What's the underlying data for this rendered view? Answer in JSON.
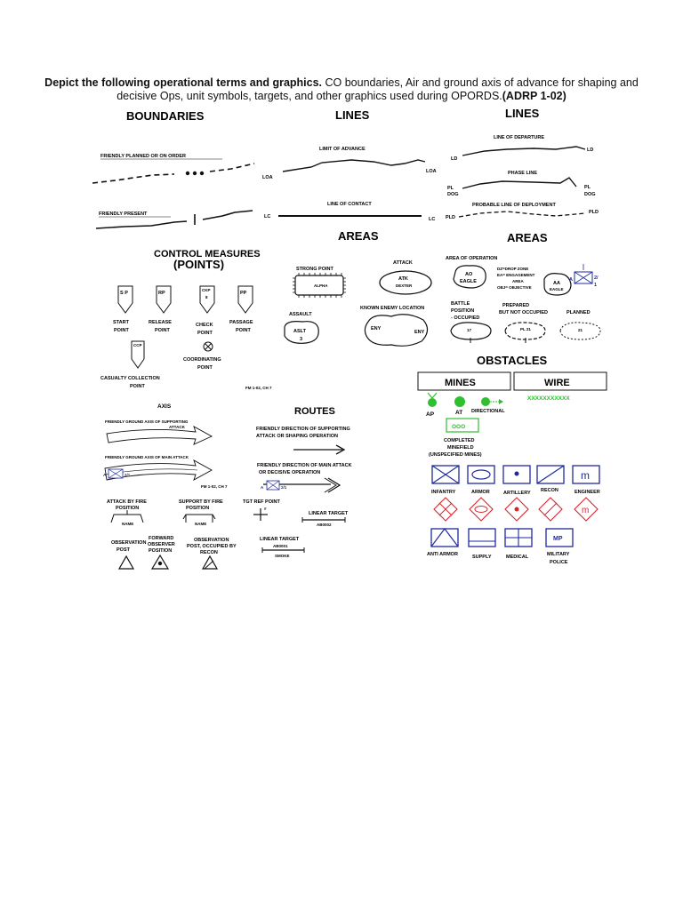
{
  "intro": {
    "bold_lead": "Depict the following operational terms and graphics.",
    "body": " CO boundaries, Air and ground axis of advance for shaping and decisive Ops, unit symbols, targets, and other graphics used during OPORDS.",
    "ref": "(ADRP 1-02)"
  },
  "boundaries": {
    "title": "BOUNDARIES",
    "planned": "FRIENDLY PLANNED OR ON ORDER",
    "present": "FRIENDLY PRESENT"
  },
  "lines_mid": {
    "title": "LINES",
    "limit": "LIMIT OF ADVANCE",
    "loa": "LOA",
    "contact": "LINE OF CONTACT",
    "lc": "LC"
  },
  "lines_right": {
    "title": "LINES",
    "departure": "LINE OF DEPARTURE",
    "ld": "LD",
    "phase": "PHASE LINE",
    "pl": "PL",
    "dog": "DOG",
    "deploy": "PROBABLE LINE OF DEPLOYMENT",
    "pld": "PLD"
  },
  "control": {
    "title": "CONTROL MEASURES",
    "subtitle": "(POINTS)",
    "sp": "S P",
    "rp": "RP",
    "ckp": "CKP",
    "ckp_num": "8",
    "pp": "PP",
    "start": [
      "START",
      "POINT"
    ],
    "release": [
      "RELEASE",
      "POINT"
    ],
    "check": [
      "CHECK",
      "POINT"
    ],
    "passage": [
      "PASSAGE",
      "POINT"
    ],
    "coord": [
      "COORDINATING",
      "POINT"
    ],
    "ccp": "CCP",
    "casualty": [
      "CASUALTY COLLECTION",
      "POINT"
    ],
    "fm": "FM 1-02, CH 7"
  },
  "areas_mid": {
    "title": "AREAS",
    "strong": "STRONG POINT",
    "alpha": "ALPHA",
    "attack": "ATTACK",
    "atk": "ATK",
    "dexter": "DEXTER",
    "assault": "ASSAULT",
    "aslt": "ASLT",
    "aslt_num": "3",
    "known": "KNOWN ENEMY LOCATION",
    "eny": "ENY"
  },
  "areas_right": {
    "title": "AREAS",
    "ao_title": "AREA OF OPERATION",
    "ao": "AO",
    "eagle": "EAGLE",
    "dz": [
      "DZ=DROP ZONE",
      "EA= ENGAGEMENT",
      "AREA",
      "OBJ= OBJECTIVE"
    ],
    "aa": "AA",
    "eagle2": "EAGLE",
    "battle": [
      "BATTLE",
      "POSITION",
      "- OCCUPIED"
    ],
    "prepared": [
      "PREPARED",
      "BUT NOT OCCUPIED"
    ],
    "planned": "PLANNED",
    "bp1": "17",
    "bp2": "PL 21",
    "bp3": "21",
    "unit_a": "A",
    "unit_num": "2/",
    "unit_num2": "1"
  },
  "obstacles": {
    "title": "OBSTACLES",
    "mines": "MINES",
    "wire": "WIRE",
    "wire_x": "XXXXXXXXXXX",
    "ap": "AP",
    "at": "AT",
    "directional": "DIRECTIONAL",
    "ooo": "OOO",
    "completed": [
      "COMPLETED",
      "MINEFIELD",
      "(UNSPECIFIED MINES)"
    ]
  },
  "units": {
    "infantry": "INFANTRY",
    "armor": "ARMOR",
    "artillery": "ARTILLERY",
    "recon": "RECON",
    "engineer": "ENGINEER",
    "anti_armor": "ANTI ARMOR",
    "supply": "SUPPLY",
    "medical": "MEDICAL",
    "mp": "MP",
    "mp_label": [
      "MILITARY",
      "POLICE"
    ],
    "eng_glyph": "m"
  },
  "axis": {
    "title": "AXIS",
    "supporting": [
      "FRIENDLY GROUND AXIS OF SUPPORTING",
      "ATTACK"
    ],
    "main": "FRIENDLY GROUND AXIS OF MAIN ATTACK",
    "a": "A",
    "num": "2/1",
    "fm": "FM 1-02, CH 7",
    "abf": [
      "ATTACK BY FIRE",
      "POSITION"
    ],
    "sbf": [
      "SUPPORT BY FIRE",
      "POSITION"
    ],
    "name": "NAME",
    "op": [
      "OBSERVATION",
      "POST"
    ],
    "fop": [
      "FORWARD",
      "OBSERVER",
      "POSITION"
    ],
    "opr": [
      "OBSERVATION",
      "POST, OCCUPIED BY",
      "RECON"
    ]
  },
  "routes": {
    "title": "ROUTES",
    "supporting": [
      "FRIENDLY DIRECTION OF SUPPORTING",
      "ATTACK OR SHAPING OPERATION"
    ],
    "main": [
      "FRIENDLY DIRECTION OF MAIN ATTACK",
      "OR DECISIVE OPERATION"
    ],
    "a": "A",
    "num": "2/1",
    "tgt": "TGT REF POINT",
    "tgt_num": "#",
    "linear": "LINEAR TARGET",
    "linear_id": "AB0002",
    "linear2": "LINEAR TARGET",
    "linear2_id": "AB0001",
    "smoke": "SMOKE"
  },
  "colors": {
    "mine_green": "#2fbf2f",
    "unit_blue": "#1f2a9e",
    "enemy_red": "#d9242b"
  }
}
